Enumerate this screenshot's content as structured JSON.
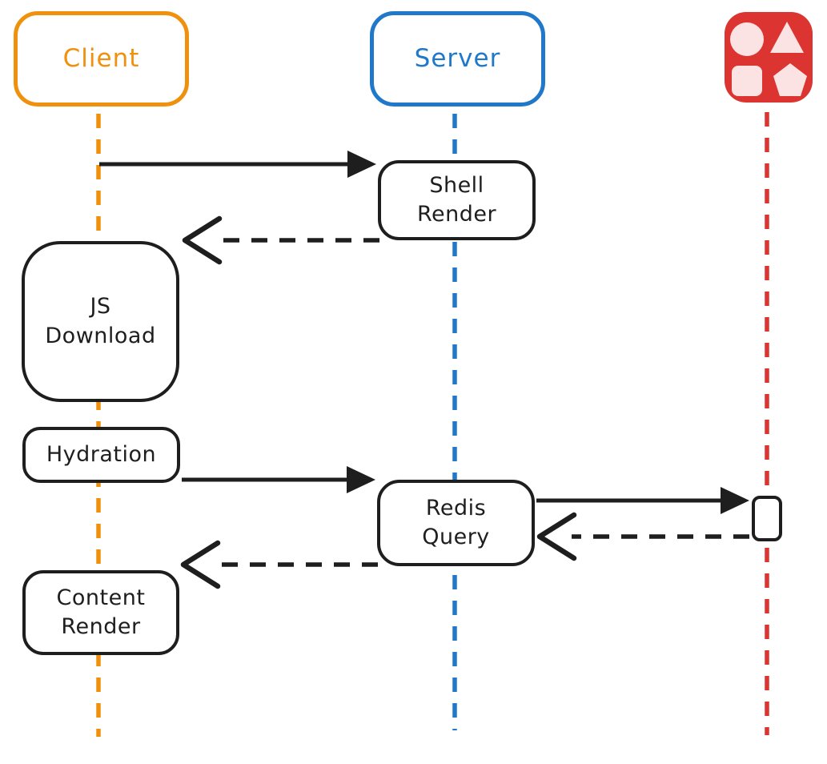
{
  "diagram": {
    "type": "sequence-diagram",
    "actors": [
      {
        "id": "client",
        "label": "Client",
        "color": "#f0910d"
      },
      {
        "id": "server",
        "label": "Server",
        "color": "#1f78c9"
      },
      {
        "id": "redis",
        "label": "",
        "icon": "shapes-icon",
        "color": "#dc3430"
      }
    ],
    "activations": [
      {
        "id": "shell-render",
        "label": "Shell\nRender",
        "lifeline": "server"
      },
      {
        "id": "js-download",
        "label": "JS\nDownload",
        "lifeline": "client"
      },
      {
        "id": "hydration",
        "label": "Hydration",
        "lifeline": "client"
      },
      {
        "id": "redis-query",
        "label": "Redis\nQuery",
        "lifeline": "server"
      },
      {
        "id": "content-render",
        "label": "Content\nRender",
        "lifeline": "client"
      }
    ],
    "messages": [
      {
        "from": "client",
        "to": "shell-render",
        "style": "solid"
      },
      {
        "from": "shell-render",
        "to": "client",
        "style": "dashed"
      },
      {
        "from": "hydration",
        "to": "redis-query",
        "style": "solid"
      },
      {
        "from": "redis-query",
        "to": "redis",
        "style": "solid"
      },
      {
        "from": "redis",
        "to": "redis-query",
        "style": "dashed"
      },
      {
        "from": "redis-query",
        "to": "content-render",
        "style": "dashed"
      }
    ]
  },
  "colors": {
    "ink": "#1e1e1e",
    "client_orange": "#f0910d",
    "server_blue": "#1f78c9",
    "redis_red": "#dc3430",
    "icon_shape_fill": "#fbe3e3",
    "background": "#ffffff"
  }
}
